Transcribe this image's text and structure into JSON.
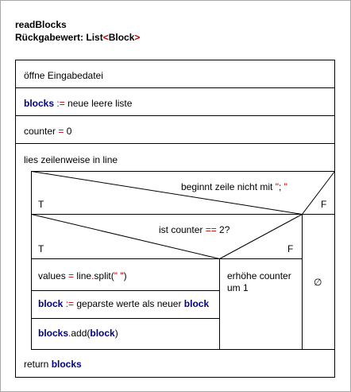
{
  "function": {
    "name": "readBlocks",
    "return_label": "Rückgabewert: ",
    "return_type_list": "List",
    "return_type_lt": "<",
    "return_type_block": "Block",
    "return_type_gt": ">"
  },
  "steps": {
    "open_file": "öffne Eingabedatei",
    "blocks_var": "blocks",
    "assign_op": ":=",
    "blocks_rest": " neue leere liste",
    "counter_var": "counter ",
    "counter_eq": "=",
    "counter_val": " 0",
    "loop": "lies zeilenweise in line",
    "return_kw": "return ",
    "return_var": "blocks"
  },
  "decision1": {
    "cond_text": "beginnt zeile nicht mit ",
    "cond_q1": "\"",
    "cond_semi": ";",
    "cond_q2": " \"",
    "true_label": "T",
    "false_label": "F",
    "false_symbol": "∅"
  },
  "decision2": {
    "cond_pre": "ist counter ",
    "cond_op": "==",
    "cond_post": " 2?",
    "true_label": "T",
    "false_label": "F",
    "false_action_line1": "erhöhe counter",
    "false_action_line2": "um 1"
  },
  "true_branch": {
    "values_pre": "values ",
    "values_eq": "=",
    "values_mid": " line",
    "values_dot": ".",
    "values_split": "split(",
    "values_str": "\" \"",
    "values_close": ")",
    "block_var": "block",
    "block_assign": ":=",
    "block_mid": " geparste werte als neuer ",
    "block_var2": "block",
    "add_obj": "blocks",
    "add_dot": ".",
    "add_call": "add(",
    "add_arg": "block",
    "add_close": ")"
  },
  "colors": {
    "keyword": "#000080",
    "operator": "#b00000",
    "line": "#000000",
    "border": "#a8a8a8"
  }
}
